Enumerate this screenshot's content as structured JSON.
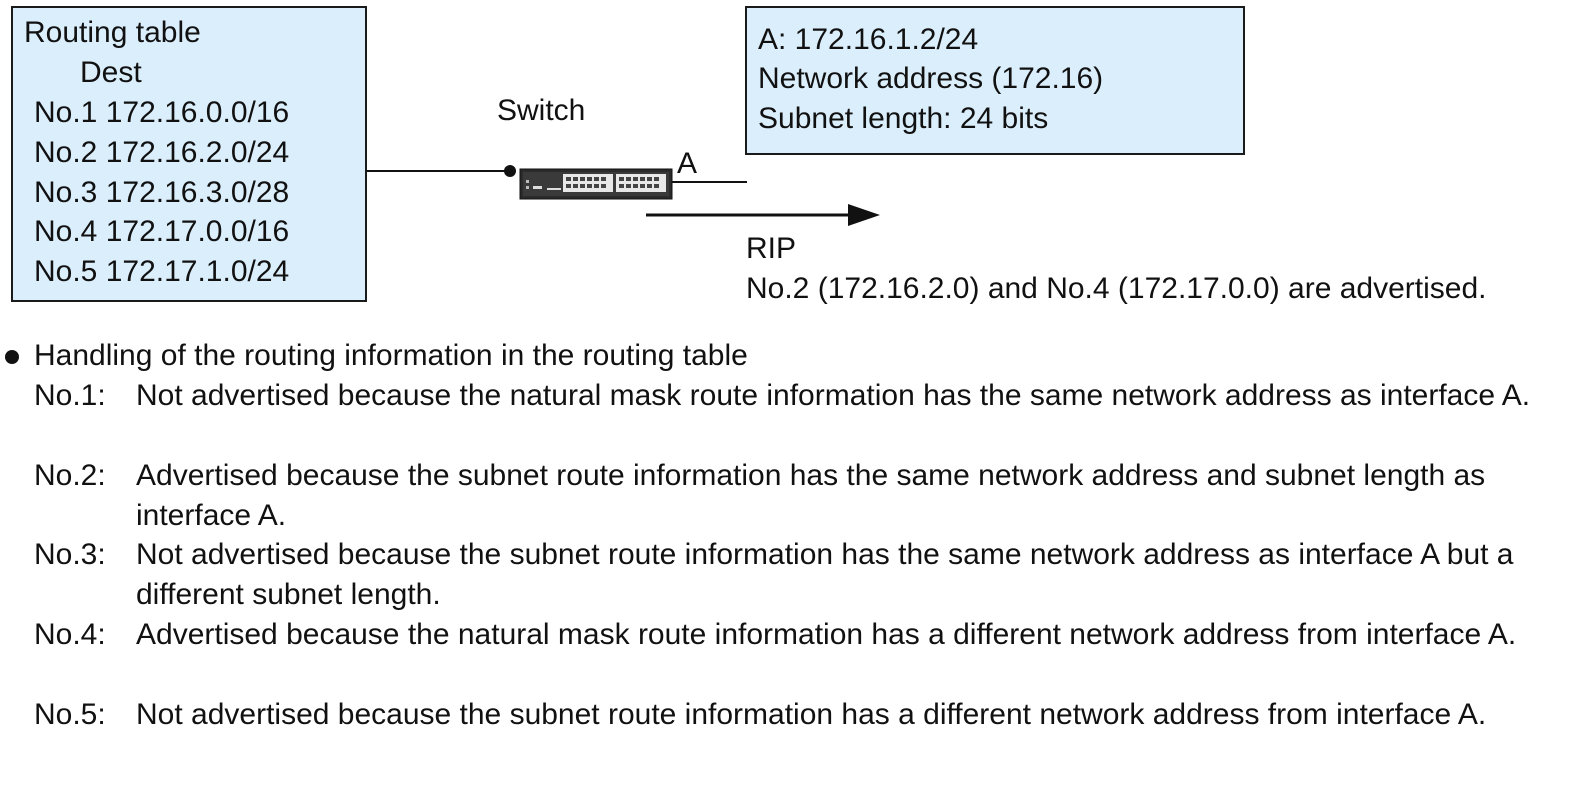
{
  "routing_table": {
    "title": "Routing table",
    "dest_header": "Dest",
    "rows": [
      "No.1 172.16.0.0/16",
      "No.2 172.16.2.0/24",
      "No.3 172.16.3.0/28",
      "No.4 172.17.0.0/16",
      "No.5 172.17.1.0/24"
    ]
  },
  "interface_info": {
    "lines": [
      "A: 172.16.1.2/24",
      "Network address (172.16)",
      "Subnet length: 24 bits"
    ]
  },
  "switch": {
    "label": "Switch",
    "port_label": "A"
  },
  "rip": {
    "label": "RIP",
    "note": "No.2 (172.16.2.0) and No.4 (172.17.0.0) are advertised."
  },
  "handling": {
    "heading": "Handling of the routing information in the routing table",
    "items": [
      {
        "num": "No.1:",
        "text": "Not advertised because the natural mask route information has the same network address as interface A."
      },
      {
        "num": "No.2:",
        "text": "Advertised because the subnet route information has the same network address and subnet length as interface A."
      },
      {
        "num": "No.3:",
        "text": "Not advertised because the subnet route information has the same network address as interface A but a different subnet length."
      },
      {
        "num": "No.4:",
        "text": "Advertised because the natural mask route information has a different network address from interface A."
      },
      {
        "num": "No.5:",
        "text": "Not advertised because the subnet route information has a different network address from interface A."
      }
    ]
  },
  "colors": {
    "box_fill": "#dbeefc",
    "stroke": "#1a1a1a"
  }
}
